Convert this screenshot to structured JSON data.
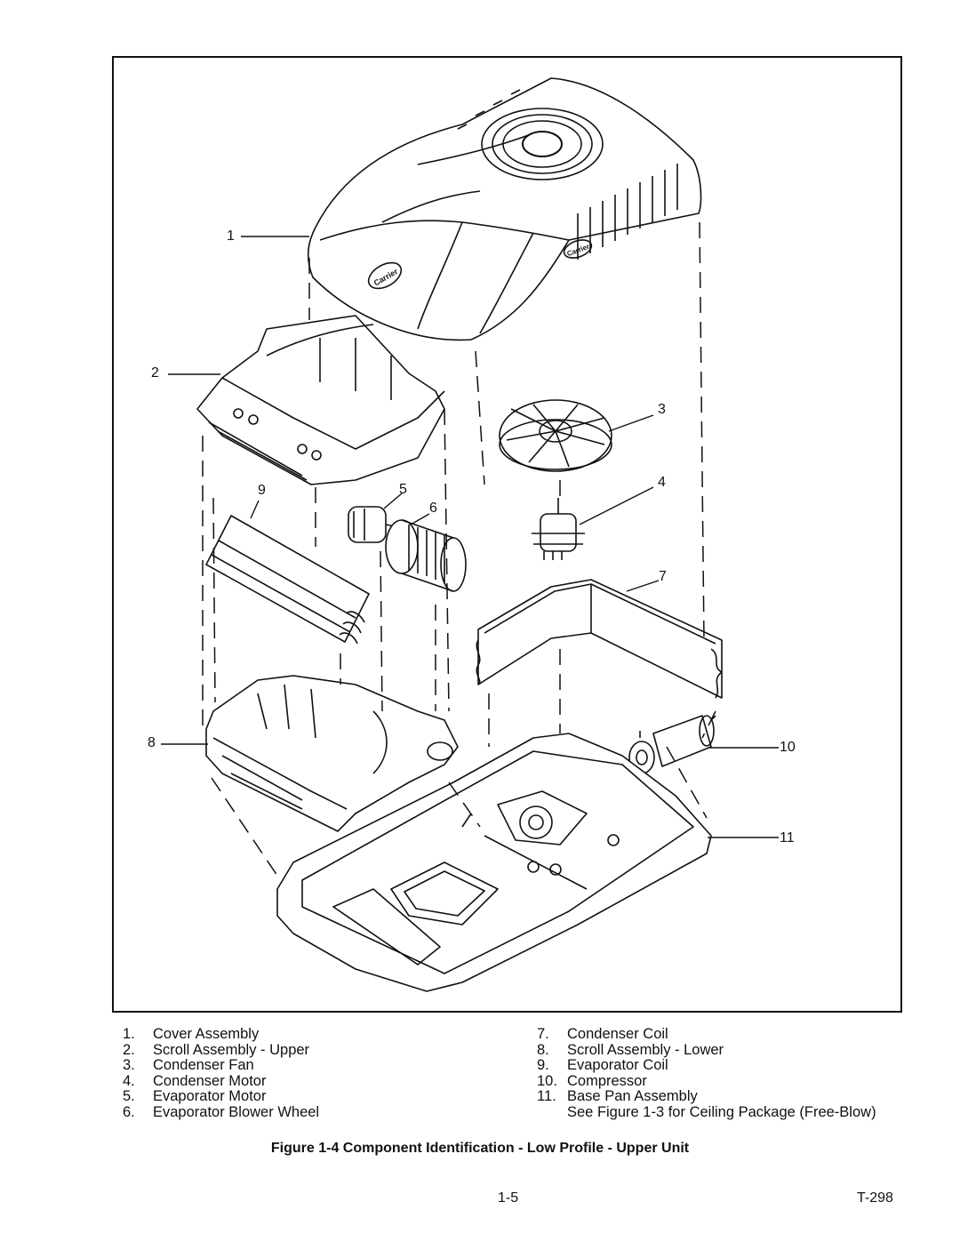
{
  "callouts": [
    "1",
    "2",
    "3",
    "4",
    "5",
    "6",
    "7",
    "8",
    "9",
    "10",
    "11"
  ],
  "brand_logo": "Carrier",
  "legend_left": [
    {
      "num": "1.",
      "label": "Cover Assembly"
    },
    {
      "num": "2.",
      "label": "Scroll Assembly - Upper"
    },
    {
      "num": "3.",
      "label": "Condenser Fan"
    },
    {
      "num": "4.",
      "label": "Condenser Motor"
    },
    {
      "num": "5.",
      "label": "Evaporator Motor"
    },
    {
      "num": "6.",
      "label": "Evaporator Blower Wheel"
    }
  ],
  "legend_right": [
    {
      "num": "7.",
      "label": "Condenser Coil"
    },
    {
      "num": "8.",
      "label": "Scroll Assembly - Lower"
    },
    {
      "num": "9.",
      "label": "Evaporator Coil"
    },
    {
      "num": "10.",
      "label": "Compressor"
    },
    {
      "num": "11.",
      "label": "Base Pan Assembly"
    },
    {
      "num": "",
      "label": "See Figure 1-3 for Ceiling Package (Free-Blow)"
    }
  ],
  "caption": "Figure 1-4 Component Identification - Low Profile - Upper Unit",
  "page_number": "1-5",
  "document_id": "T-298"
}
